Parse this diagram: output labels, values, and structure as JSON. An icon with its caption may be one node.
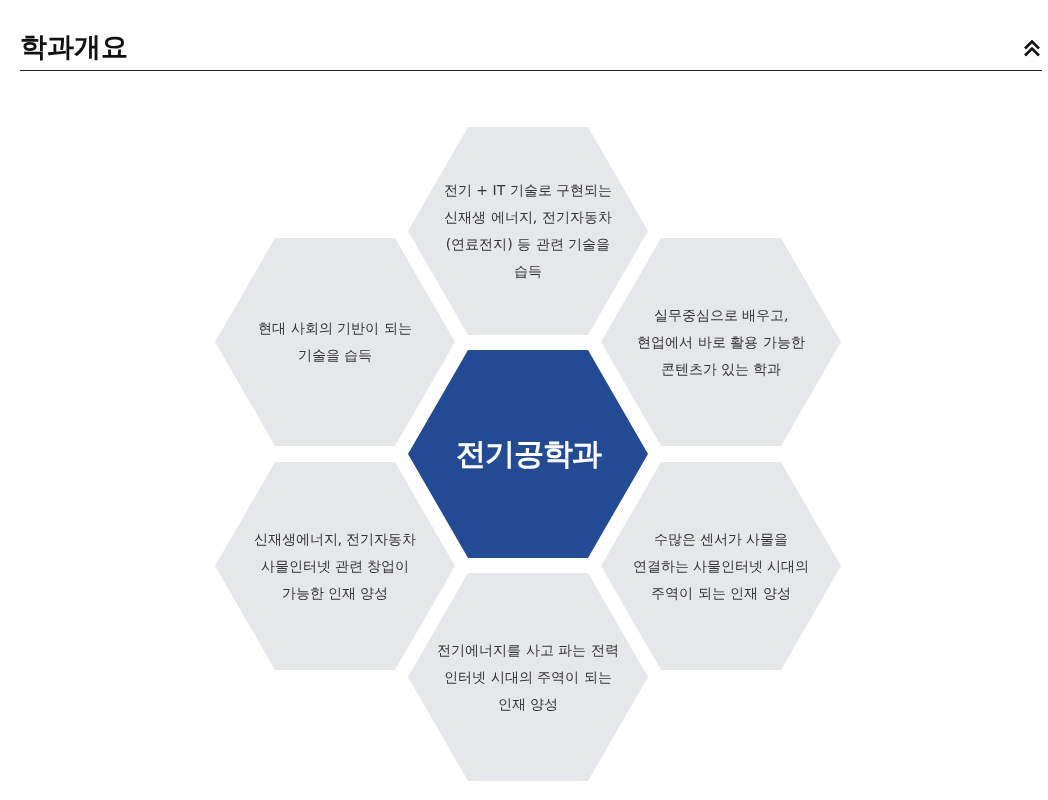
{
  "diagram": {
    "title": "학과개요",
    "nodes": [
      {
        "text": [
          "전기 + IT 기술로 구현되는 신재생 에너지, 전기자동차 (연료전지) 등 관련 기술을 습득"
        ]
      },
      {
        "text": [
          "현대 사회의 기반이 되는 기술을 습득"
        ]
      },
      {
        "text": [
          "실무중심으로 배우고, 현업에서 바로 활용 가능한 콘텐츠가 있는 학과"
        ]
      },
      {
        "text": [
          "전기공학과"
        ]
      },
      {
        "text": [
          "신재생에너지, 전기자동차 사물인터넷 관련 창업이 가능한 인재 양성"
        ]
      },
      {
        "text": [
          "수많은 센서가 사물을 연결하는 사물인터넷 시대의 주역이 되는 인재 양성"
        ]
      },
      {
        "text": [
          "전기에너지를 사고 파는 전력 인터넷 시대의 주역이 되는 인재 양성"
        ]
      }
    ]
  }
}
